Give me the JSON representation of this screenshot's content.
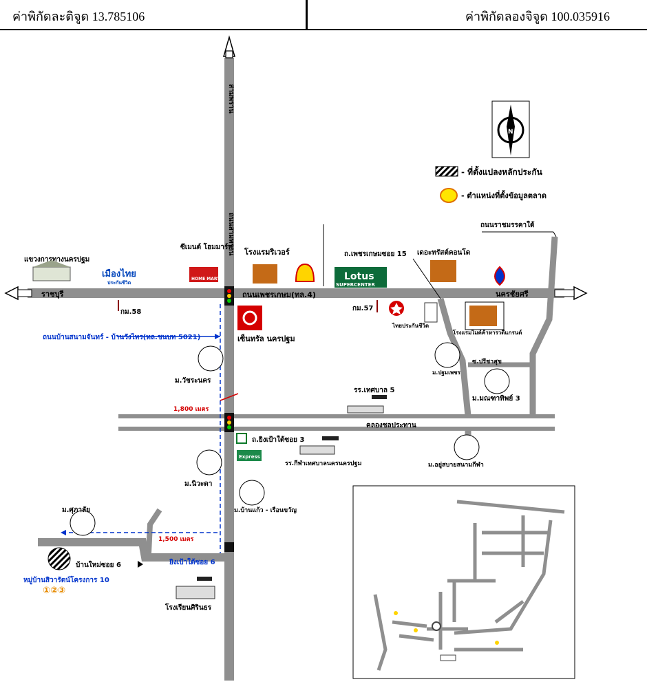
{
  "header": {
    "latitude": "ค่าพิกัดละติจูด 13.785106",
    "longitude": "ค่าพิกัดลองจิจูด 100.035916"
  },
  "legend": {
    "collateral": "- ที่ตั้งแปลงหลักประกัน",
    "market_data": "- ตำแหน่งที่ตั้งข้อมูลตลาด"
  },
  "compass": {
    "north": "N"
  },
  "roads": {
    "north_vertical": "สามพราน",
    "vertical_mid": "ถนนสามพราน",
    "west_direction": "ราชบุรี",
    "east_direction": "นครชัยศรี",
    "phetkasem": "ถนนเพชรเกษม(ทล.4)",
    "canal": "คลองชลประทาน",
    "ban_sanamchan": "ถนนบ้านสนามจันทร์ - บ้านวังไทร(ทล.ชนบท 5021)",
    "phetkasem_soi15": "ถ.เพชรเกษมซอย 15",
    "ying_pao_soi3": "ถ.ยิงเป้าใต้ซอย 3",
    "ban_mai_soi6": "บ้านใหม่ซอย 6",
    "ying_pao_soi6": "ยิงเป้าใต้ซอย 6",
    "raj_marga": "ถนนราชมรรคาใต้",
    "pritsa_chuj": "ซ.ปรีชาสุข"
  },
  "places": {
    "highway_office": "แขวงการทางนครปฐม",
    "muang_thai": "เมืองไทย",
    "muang_thai_sub": "ประกันชีวิต",
    "cement_homemart": "ซีเมนต์\nโฮมมาร์ท",
    "homemart_logo": "HOME MART",
    "hotel_river": "โรงแรมริเวอร์",
    "lotus": "Lotus",
    "lotus_sub": "SUPERCENTER",
    "the_tradeland": "เดอะทรัสต์คอนโด",
    "central": "เซ็นทรัล นครปฐม",
    "km58": "กม.58",
    "km57": "กม.57",
    "thai_life": "ไทยประกันชีวิต",
    "nakhon_hotel": "โรงแรมไมค์ค้าหารวดีแกรนด์",
    "m_watcharanakhon": "ม.วัชระนคร",
    "m_pathum": "ม.ปฐมเพชร",
    "m_manathip": "ม.มณฑาทิพย์ 3",
    "school_5": "รร.เทศบาล 5",
    "school_sport": "รร.กีฬาเทศบาลนครนครปฐม",
    "m_ayu": "ม.อยู่สบายสนามกีฬา",
    "m_niwada": "ม.นิวะดา",
    "m_banhaeo": "ม.บ้านแก้ว - เรือนขวัญ",
    "m_suphalai": "ม.ศุภาลัย",
    "village": "หมู่บ้านสิวารัตน์โครงการ 10",
    "village_nums": "①②③",
    "school_sirin": "โรงเรียนศิรินธร",
    "express": "Express"
  },
  "distances": {
    "d1800": "1,800 เมตร",
    "d1500": "1,500 เมตร"
  },
  "colors": {
    "road": "#8f8f8f",
    "blue_route": "#0033cc",
    "red_label": "#d40000",
    "building": "#c46a17"
  }
}
